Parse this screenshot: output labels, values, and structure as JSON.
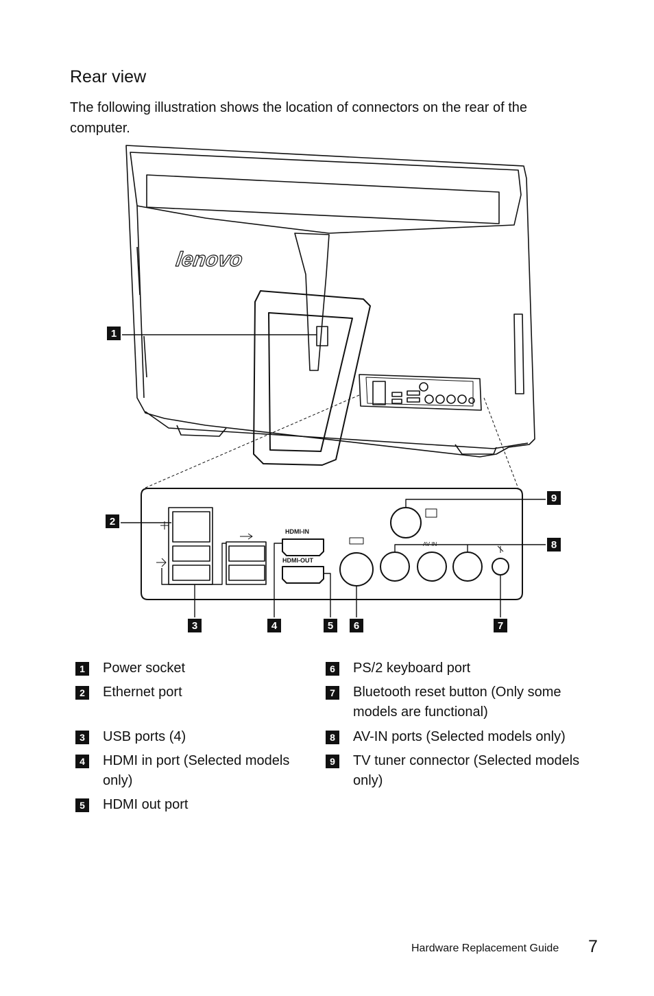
{
  "heading": "Rear view",
  "intro": "The following illustration shows the location of connectors on the rear of the computer.",
  "figure": {
    "brand_logo": "lenovo",
    "port_labels": {
      "hdmi_in": "HDMI-IN",
      "hdmi_out": "HDMI-OUT",
      "av_in": "AV-IN"
    },
    "callouts": [
      "1",
      "2",
      "3",
      "4",
      "5",
      "6",
      "7",
      "8",
      "9"
    ]
  },
  "legend": [
    {
      "num": "1",
      "text": "Power socket"
    },
    {
      "num": "2",
      "text": "Ethernet port"
    },
    {
      "num": "3",
      "text": "USB ports (4)"
    },
    {
      "num": "4",
      "text": "HDMI in port (Selected models only)"
    },
    {
      "num": "5",
      "text": "HDMI out port"
    },
    {
      "num": "6",
      "text": "PS/2 keyboard port"
    },
    {
      "num": "7",
      "text": "Bluetooth reset button (Only some models are functional)"
    },
    {
      "num": "8",
      "text": "AV-IN ports (Selected models only)"
    },
    {
      "num": "9",
      "text": "TV tuner connector (Selected models only)"
    }
  ],
  "footer": {
    "guide_title": "Hardware Replacement Guide",
    "page_number": "7"
  }
}
